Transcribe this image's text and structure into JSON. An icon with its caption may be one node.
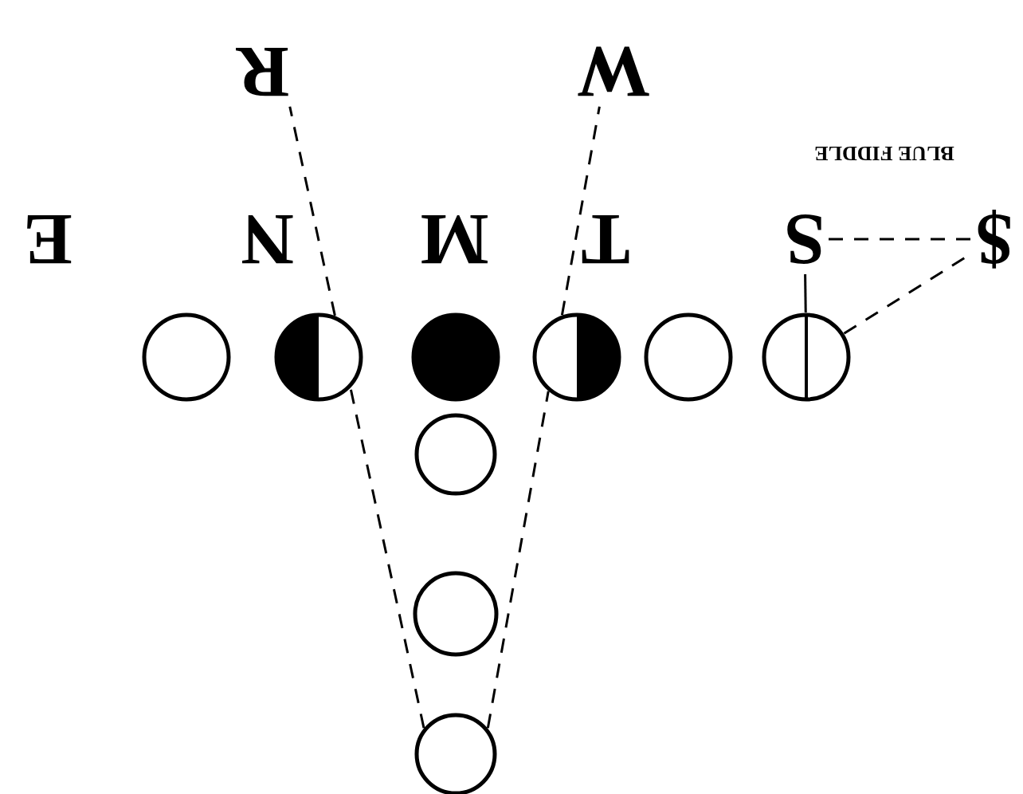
{
  "diagram": {
    "nodes": [
      {
        "text": [
          "R"
        ]
      },
      {
        "text": [
          "W"
        ]
      },
      {
        "text": [
          "E"
        ]
      },
      {
        "text": [
          "N"
        ]
      },
      {
        "text": [
          "M"
        ]
      },
      {
        "text": [
          "T"
        ]
      },
      {
        "text": [
          "S"
        ]
      },
      {
        "text": [
          "$"
        ]
      },
      {
        "text": [],
        "shape": "circle"
      },
      {
        "text": [],
        "shape": "circle"
      },
      {
        "text": [],
        "shape": "circle"
      },
      {
        "text": [],
        "shape": "circle"
      },
      {
        "text": [],
        "shape": "circle"
      },
      {
        "text": [],
        "shape": "circle"
      },
      {
        "text": [],
        "shape": "circle"
      },
      {
        "text": [],
        "shape": "circle"
      },
      {
        "text": [],
        "shape": "circle"
      }
    ],
    "edges": [
      {
        "from": 16,
        "to": 9,
        "arrow": "none",
        "style": "dashed"
      },
      {
        "from": 9,
        "to": 0,
        "arrow": "none",
        "style": "dashed"
      },
      {
        "from": 16,
        "to": 11,
        "arrow": "none",
        "style": "dashed"
      },
      {
        "from": 11,
        "to": 1,
        "arrow": "none",
        "style": "dashed"
      },
      {
        "from": 6,
        "to": 7,
        "arrow": "none",
        "style": "dashed"
      },
      {
        "from": 13,
        "to": 7,
        "arrow": "none",
        "style": "dashed"
      },
      {
        "from": 6,
        "to": 13,
        "arrow": "none"
      }
    ],
    "labels": [
      "BLUE FIDDLE"
    ]
  }
}
